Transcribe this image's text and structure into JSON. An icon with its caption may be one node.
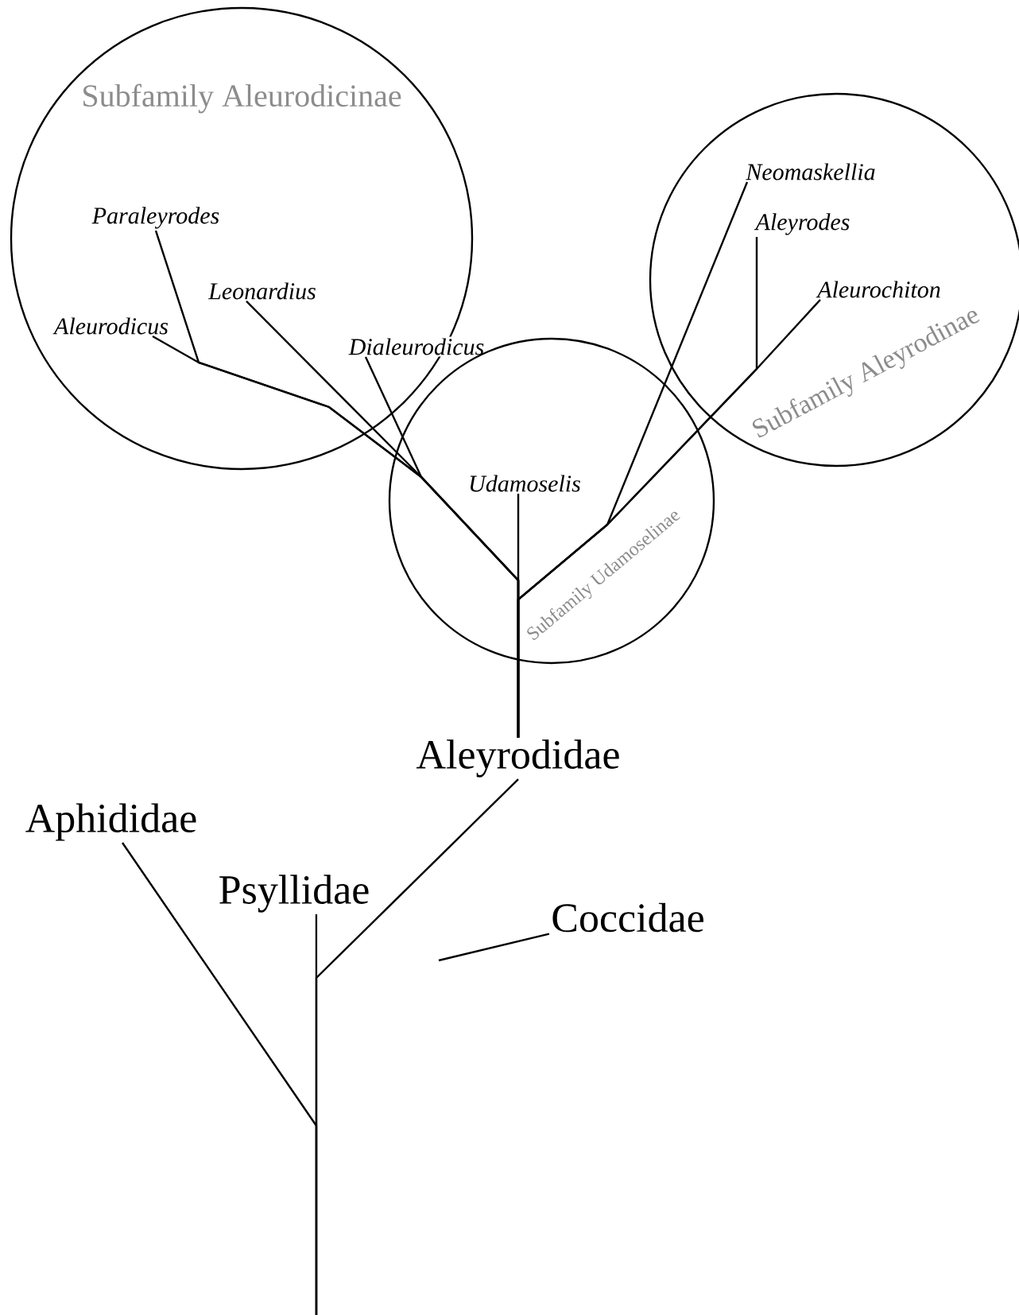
{
  "diagram": {
    "nodes": [
      {
        "text": [
          "Subfamily Aleurodicinae"
        ]
      },
      {
        "text": [
          "*Paraleyrodes*"
        ],
        "in": 0
      },
      {
        "text": [
          "*Leonardius*"
        ],
        "in": 0
      },
      {
        "text": [
          "*Aleurodicus*"
        ],
        "in": 0
      },
      {
        "text": [
          "*Dialeurodicus*"
        ]
      },
      {
        "text": [
          "Subfamily Aleyrodinae"
        ]
      },
      {
        "text": [
          "*Neomaskellia*"
        ],
        "in": 5
      },
      {
        "text": [
          "*Aleyrodes*"
        ],
        "in": 5
      },
      {
        "text": [
          "*Aleurochiton*"
        ],
        "in": 5
      },
      {
        "text": [
          "Subfamily Udamoselinae"
        ]
      },
      {
        "text": [
          "*Udamoselis*"
        ],
        "in": 9
      },
      {
        "text": [
          "Aleyrodidae"
        ]
      },
      {
        "text": [
          "Aphididae"
        ]
      },
      {
        "text": [
          "Psyllidae"
        ]
      },
      {
        "text": [
          "Coccidae"
        ]
      }
    ],
    "edges": [
      {
        "from": null,
        "to": 12,
        "arrow": "none"
      },
      {
        "from": null,
        "to": 13,
        "arrow": "none"
      },
      {
        "from": null,
        "to": 11,
        "arrow": "none"
      },
      {
        "from": 11,
        "to": 10,
        "arrow": "none"
      },
      {
        "from": 11,
        "to": 2,
        "arrow": "none"
      },
      {
        "from": 11,
        "to": 4,
        "arrow": "none"
      },
      {
        "from": 11,
        "to": 3,
        "arrow": "none"
      },
      {
        "from": 11,
        "to": 1,
        "arrow": "none"
      },
      {
        "from": 11,
        "to": 6,
        "arrow": "none"
      },
      {
        "from": 11,
        "to": 7,
        "arrow": "none"
      },
      {
        "from": 11,
        "to": 8,
        "arrow": "none"
      },
      {
        "from": null,
        "to": 14,
        "arrow": "none"
      }
    ]
  }
}
